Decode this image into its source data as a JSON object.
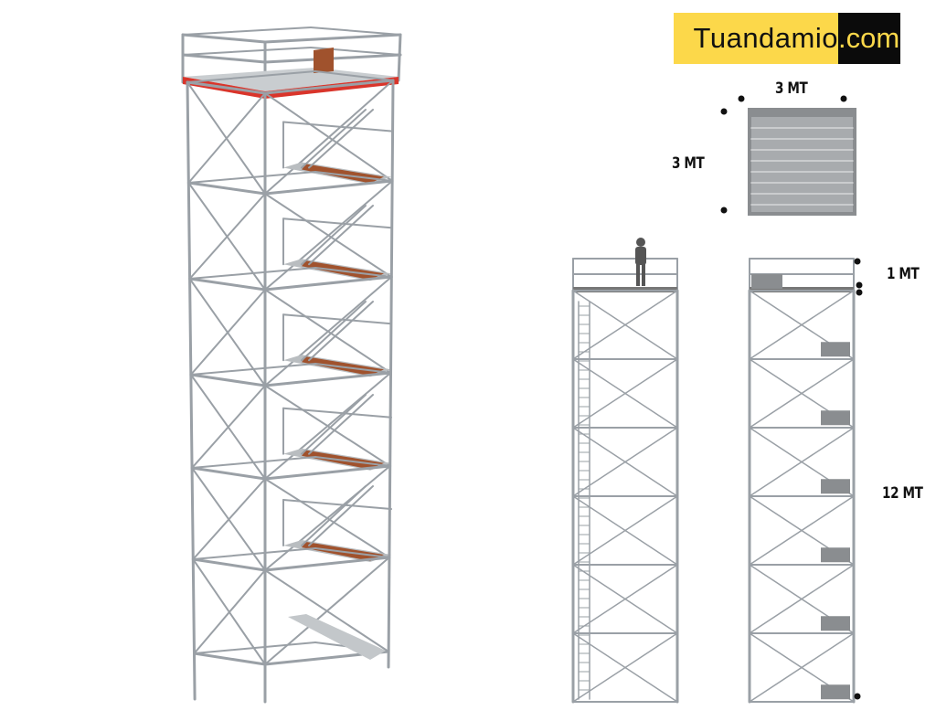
{
  "logo": {
    "name": "Tuandamio",
    "suffix": ".com",
    "bg": "#fcd84a",
    "suffix_bg": "#0b0b0b"
  },
  "dimensions": {
    "top_width": "3 MT",
    "top_depth": "3 MT",
    "guardrail_height": "1 MT",
    "tower_height": "12 MT"
  },
  "colors": {
    "frame": "#9aa0a6",
    "deck_red": "#d9352b",
    "plank": "#a0522d",
    "platform": "#8a8d90"
  }
}
